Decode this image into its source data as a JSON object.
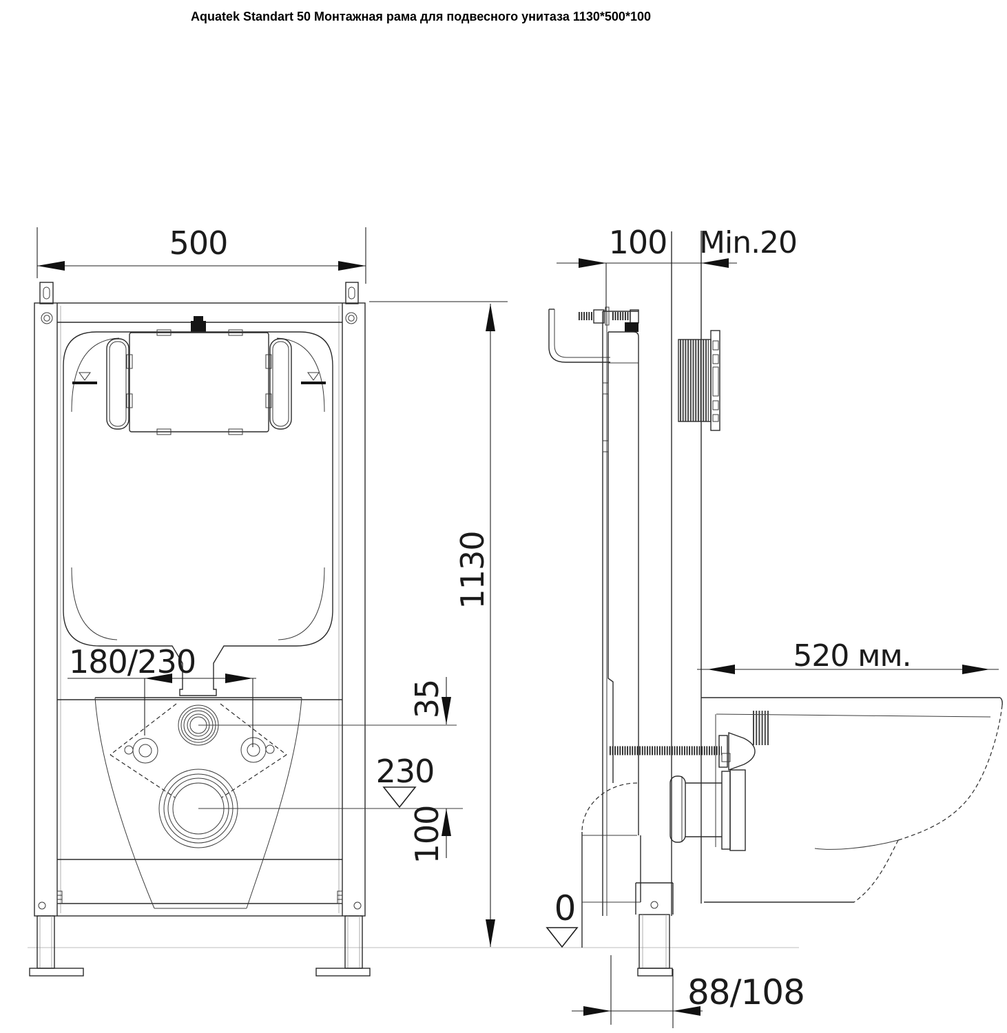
{
  "title": "Aquatek Standart 50 Монтажная рама для подвесного унитаза 1130*500*100",
  "front_view": {
    "width_label": "500",
    "height_label": "1130",
    "bolt_spacing_label": "180/230",
    "inlet_offset_label": "35",
    "drain_height_label": "230",
    "drain_offset_label": "100"
  },
  "side_view": {
    "depth_label": "100",
    "wall_min_label": "Min.20",
    "bowl_length_label": "520 мм.",
    "floor_level_label": "0",
    "outlet_spacing_label": "88/108"
  }
}
